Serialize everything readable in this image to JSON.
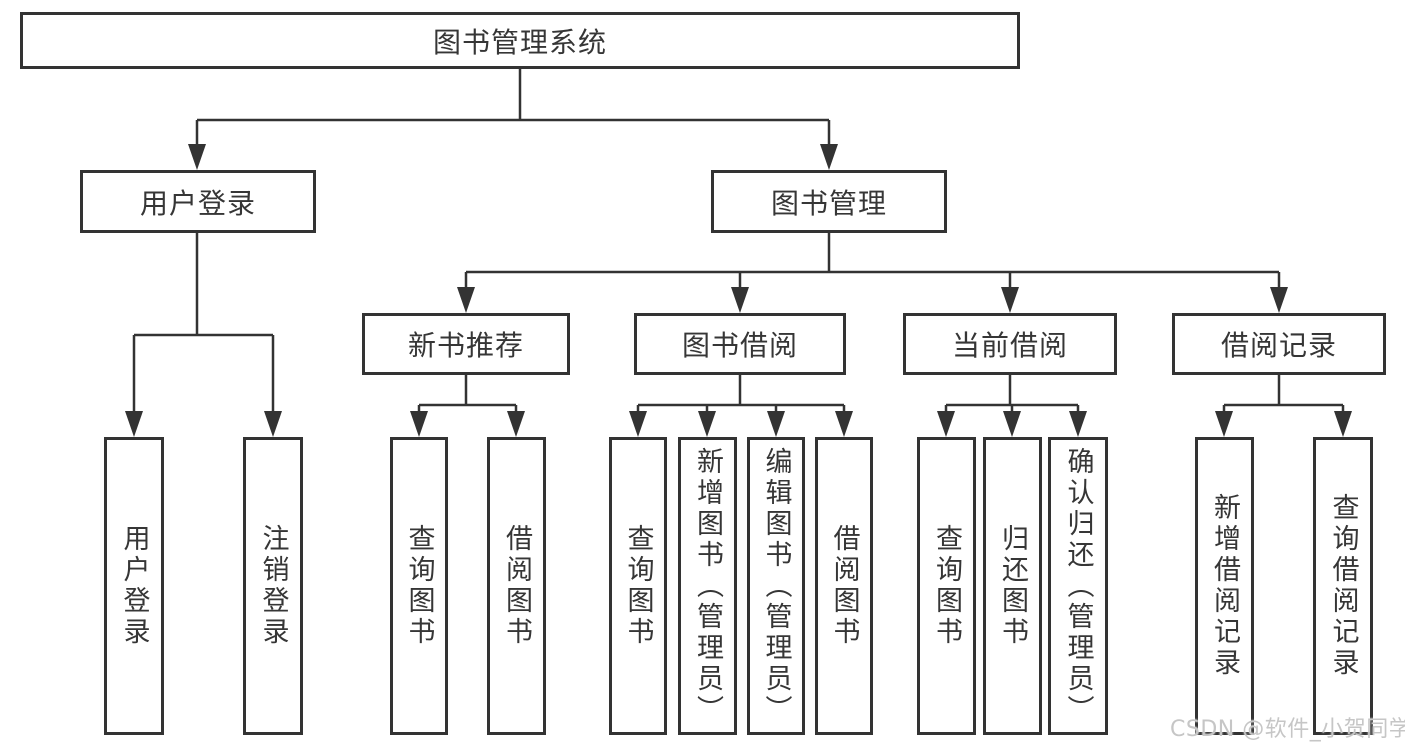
{
  "diagram": {
    "title": "图书管理系统",
    "branches": {
      "user_login": {
        "label": "用户登录",
        "children": [
          "用户登录",
          "注销登录"
        ]
      },
      "book_management": {
        "label": "图书管理",
        "sections": {
          "new_books": {
            "label": "新书推荐",
            "children": [
              "查询图书",
              "借阅图书"
            ]
          },
          "book_borrow": {
            "label": "图书借阅",
            "children": [
              "查询图书",
              "新增图书（管理员）",
              "编辑图书（管理员）",
              "借阅图书"
            ]
          },
          "current_borrow": {
            "label": "当前借阅",
            "children": [
              "查询图书",
              "归还图书",
              "确认归还（管理员）"
            ]
          },
          "borrow_records": {
            "label": "借阅记录",
            "children": [
              "新增借阅记录",
              "查询借阅记录"
            ]
          }
        }
      }
    }
  },
  "watermark": "CSDN @软件_小贺同学",
  "colors": {
    "line": "#333333",
    "text": "#363636",
    "watermark": "#c6c6c6",
    "background": "#ffffff"
  }
}
